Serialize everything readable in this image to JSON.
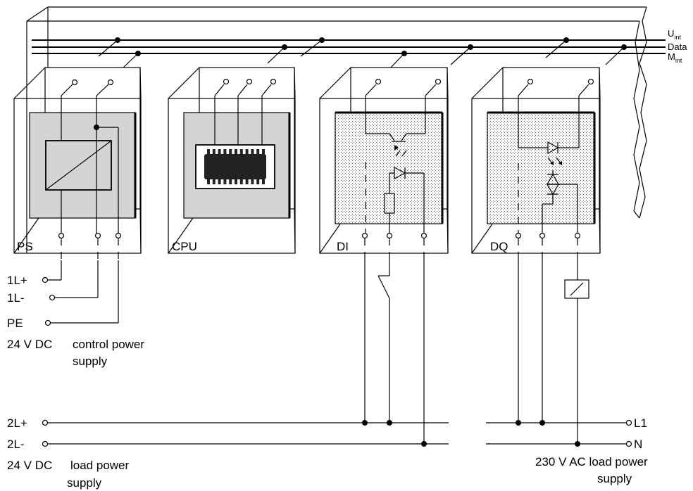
{
  "bus": {
    "u_int_main": "U",
    "u_int_sub": "int",
    "data": "Data",
    "m_int_main": "M",
    "m_int_sub": "int"
  },
  "modules": {
    "ps": "PS",
    "cpu": "CPU",
    "di": "DI",
    "dq": "DQ"
  },
  "control_supply": {
    "t1": "1L+",
    "t2": "1L-",
    "t3": "PE",
    "voltage": "24 V DC",
    "desc_line1": "control power",
    "desc_line2": "supply"
  },
  "load_supply_dc": {
    "t1": "2L+",
    "t2": "2L-",
    "voltage": "24 V DC",
    "desc_line1": "load power",
    "desc_line2": "supply"
  },
  "load_supply_ac": {
    "t1": "L1",
    "t2": "N",
    "desc_line1": "230 V AC load power",
    "desc_line2": "supply"
  }
}
